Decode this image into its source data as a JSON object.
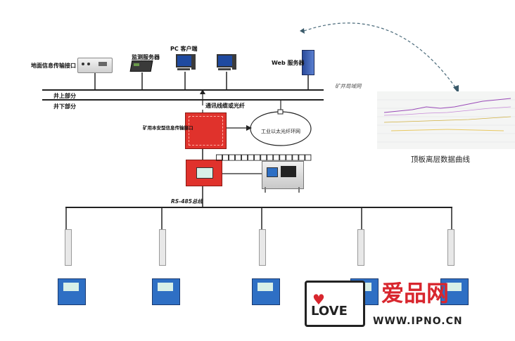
{
  "labels": {
    "ground_interface": "地面信息传输接口",
    "monitor_server": "监测服务器",
    "pc_client": "PC 客户端",
    "web_server": "Web 服务器",
    "mine_lan": "矿井局域网",
    "above_ground": "井上部分",
    "below_ground": "井下部分",
    "comm_cable": "通讯线缆或光纤",
    "safety_interface": "矿用本安型信息传输接口",
    "ethernet_ring": "工业以太光纤环网",
    "garbled_text": "□□□□□□□□□□□□□□□",
    "rs485_bus": "RS-485总线",
    "roof_chart_caption": "顶板离层数据曲线"
  },
  "watermark": {
    "logo_word": "LOVE",
    "site_name": "爱品网",
    "site_url": "WWW.IPNO.CN"
  },
  "colors": {
    "red_device": "#e0322c",
    "server_blue": "#3b5fb8",
    "sensor_blue": "#2e6fc4",
    "watermark_red": "#d8262e",
    "bus_line": "#222222"
  },
  "sensor_count": 5
}
